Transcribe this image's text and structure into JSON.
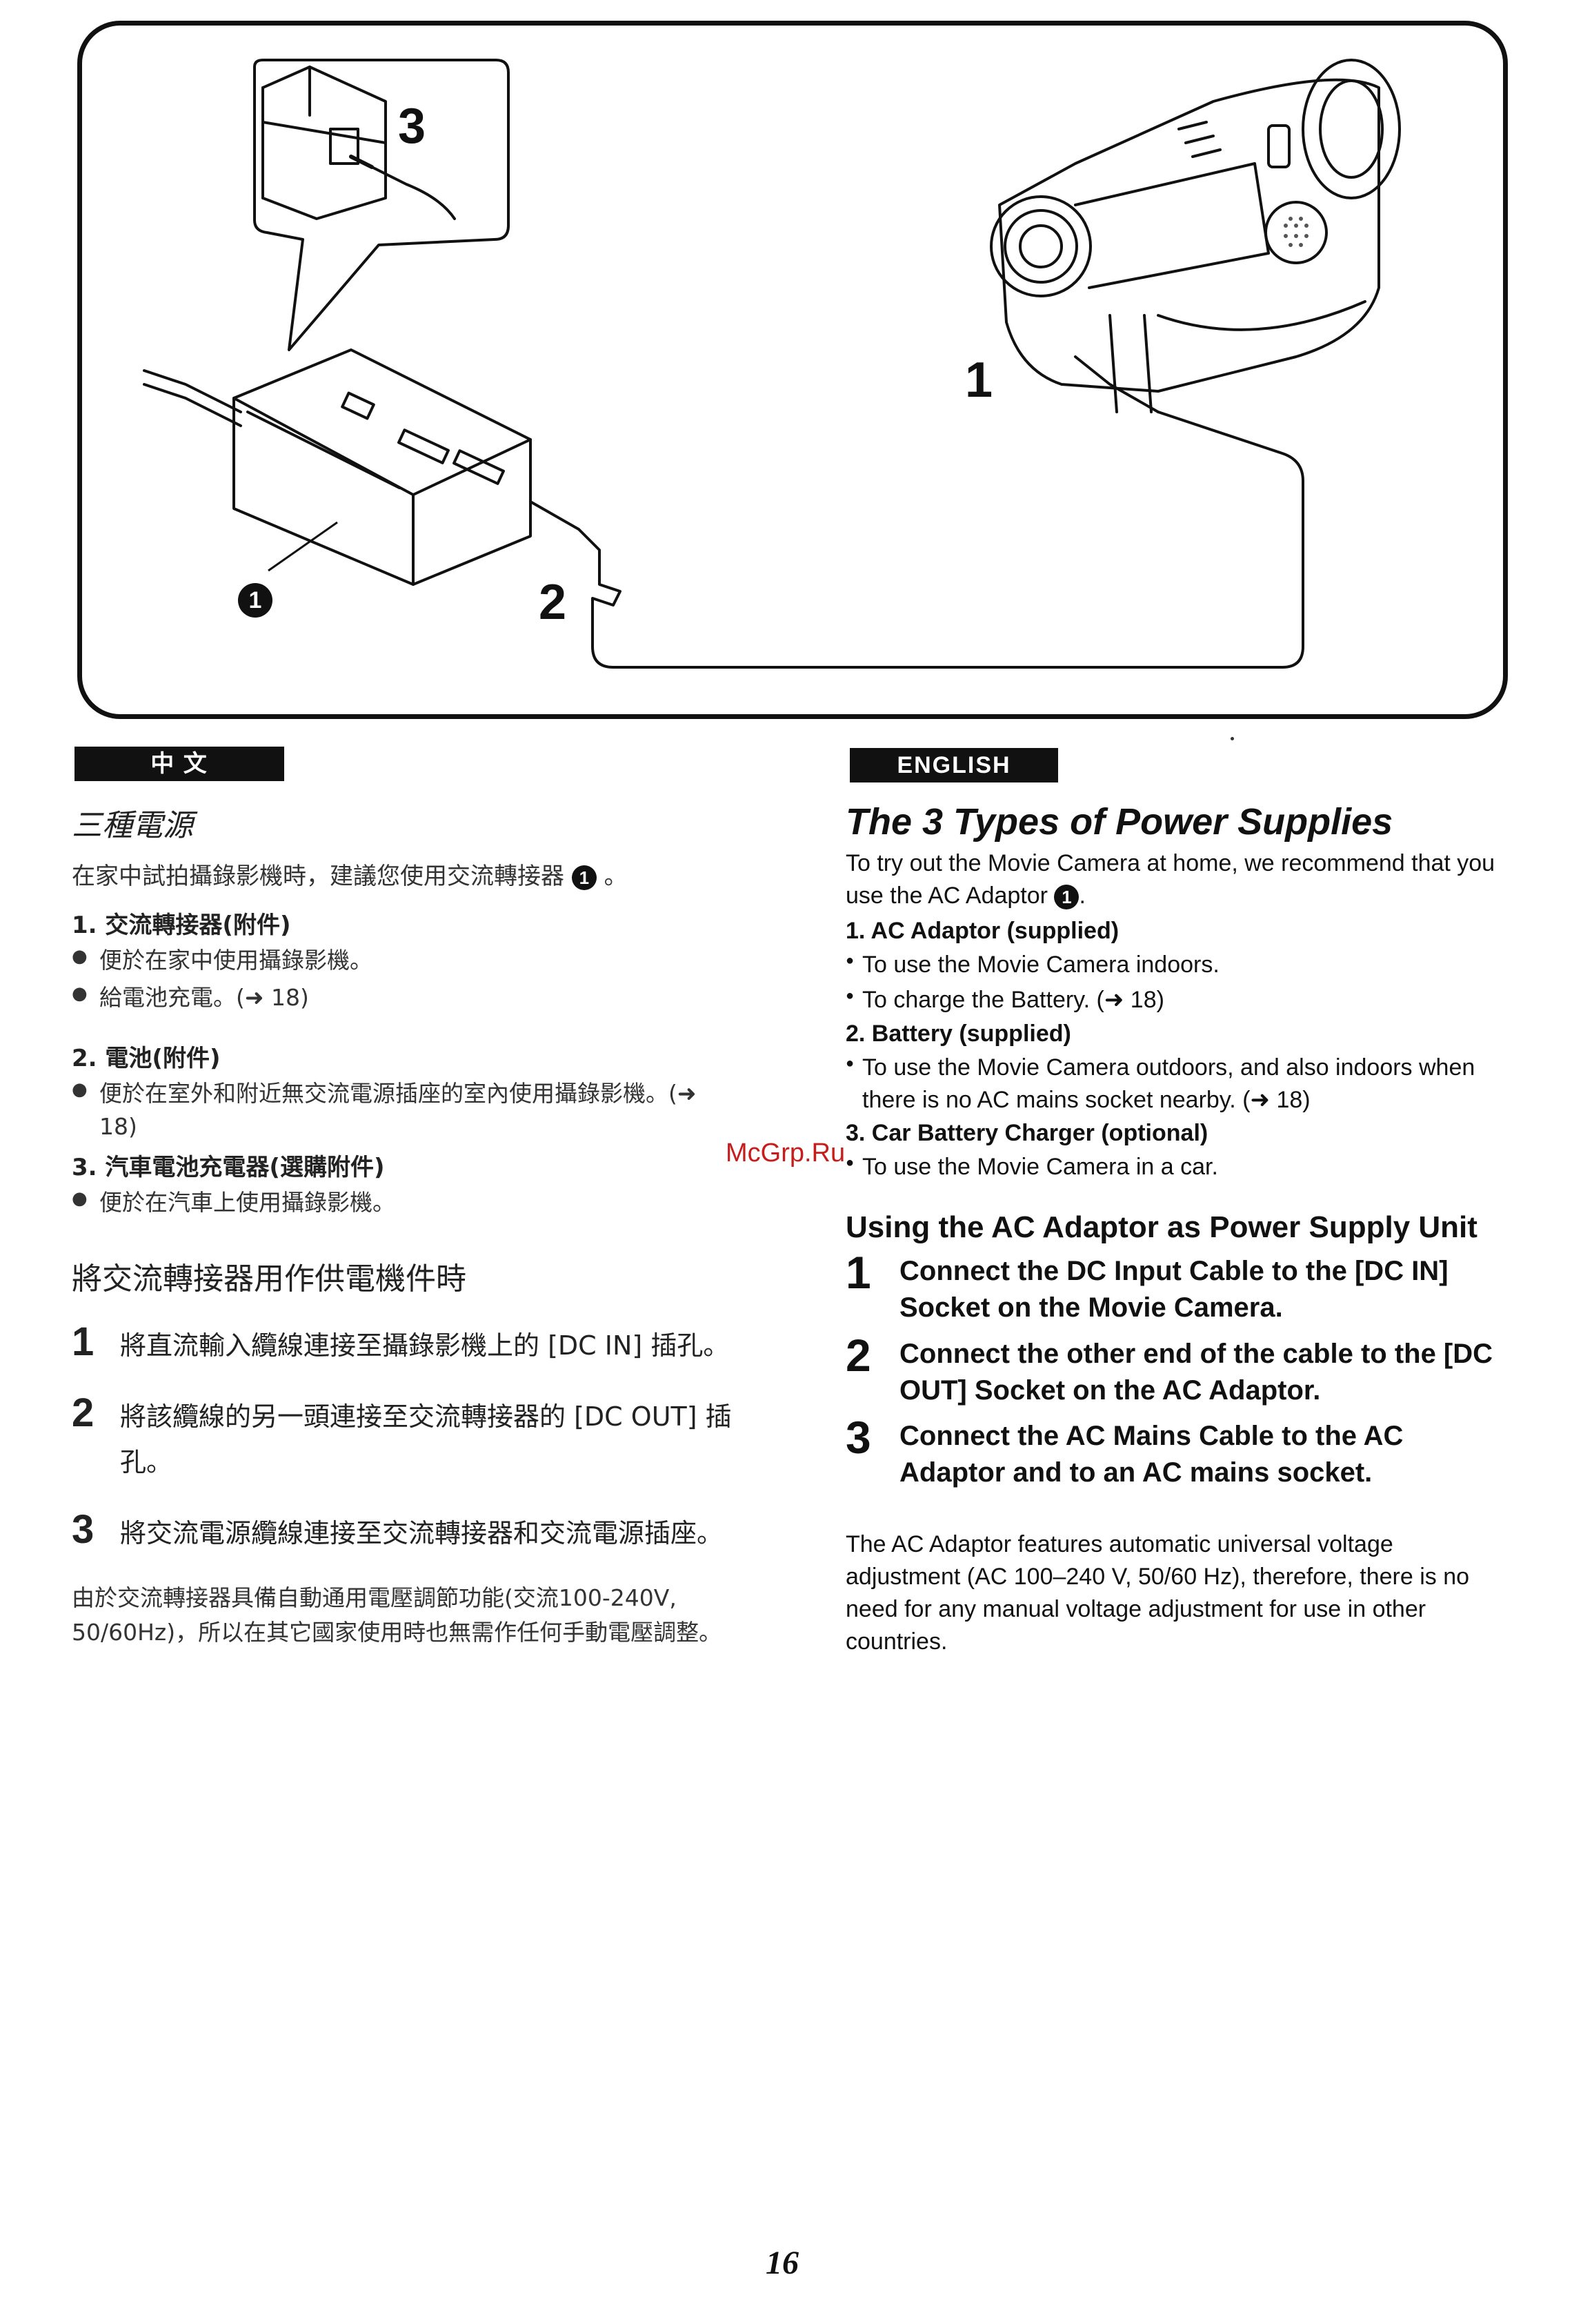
{
  "figure": {
    "callouts": {
      "c3": "3",
      "c1": "1",
      "c2": "2",
      "circle1": "1"
    }
  },
  "zh": {
    "tab": "中 文",
    "title": "三種電源",
    "intro": "在家中試拍攝錄影機時，建議您使用交流轉接器",
    "intro_end": "。",
    "items": [
      {
        "heading": "1. 交流轉接器(附件)",
        "bullets": [
          "便於在家中使用攝錄影機。",
          "給電池充電。(➜ 18)"
        ]
      },
      {
        "heading": "2. 電池(附件)",
        "bullets": [
          "便於在室外和附近無交流電源插座的室內使用攝錄影機。(➜ 18)"
        ]
      },
      {
        "heading": "3. 汽車電池充電器(選購附件)",
        "bullets": [
          "便於在汽車上使用攝錄影機。"
        ]
      }
    ],
    "section": "將交流轉接器用作供電機件時",
    "steps": [
      {
        "num": "1",
        "text": "將直流輸入纜線連接至攝錄影機上的 [DC IN] 插孔。"
      },
      {
        "num": "2",
        "text": "將該纜線的另一頭連接至交流轉接器的 [DC OUT] 插孔。"
      },
      {
        "num": "3",
        "text": "將交流電源纜線連接至交流轉接器和交流電源插座。"
      }
    ],
    "note": "由於交流轉接器具備自動通用電壓調節功能(交流100-240V, 50/60Hz)，所以在其它國家使用時也無需作任何手動電壓調整。"
  },
  "en": {
    "tab": "ENGLISH",
    "title": "The 3 Types of Power Supplies",
    "intro": "To try out the Movie Camera at home, we recommend that you use the AC Adaptor",
    "intro_end": ".",
    "items": [
      {
        "heading": "1.  AC Adaptor (supplied)",
        "bullets": [
          "To use the Movie Camera indoors.",
          "To charge the Battery. (➜ 18)"
        ]
      },
      {
        "heading": "2.  Battery (supplied)",
        "bullets": [
          "To use the Movie Camera outdoors, and also indoors when there is no AC mains socket nearby. (➜ 18)"
        ]
      },
      {
        "heading": "3.  Car Battery Charger (optional)",
        "bullets": [
          "To use the Movie Camera in a car."
        ]
      }
    ],
    "section": "Using the AC Adaptor as Power Supply Unit",
    "steps": [
      {
        "num": "1",
        "text": "Connect the DC Input Cable to the [DC IN] Socket on the Movie Camera."
      },
      {
        "num": "2",
        "text": "Connect the other end of the cable to the [DC OUT] Socket on the AC Adaptor."
      },
      {
        "num": "3",
        "text": "Connect the AC Mains Cable to the AC Adaptor and to an AC mains socket."
      }
    ],
    "note": "The AC Adaptor features automatic universal voltage adjustment (AC 100–240 V, 50/60 Hz), therefore, there is no need for any manual voltage adjustment for use in other countries."
  },
  "watermark": "McGrp.Ru",
  "page_number": "16"
}
